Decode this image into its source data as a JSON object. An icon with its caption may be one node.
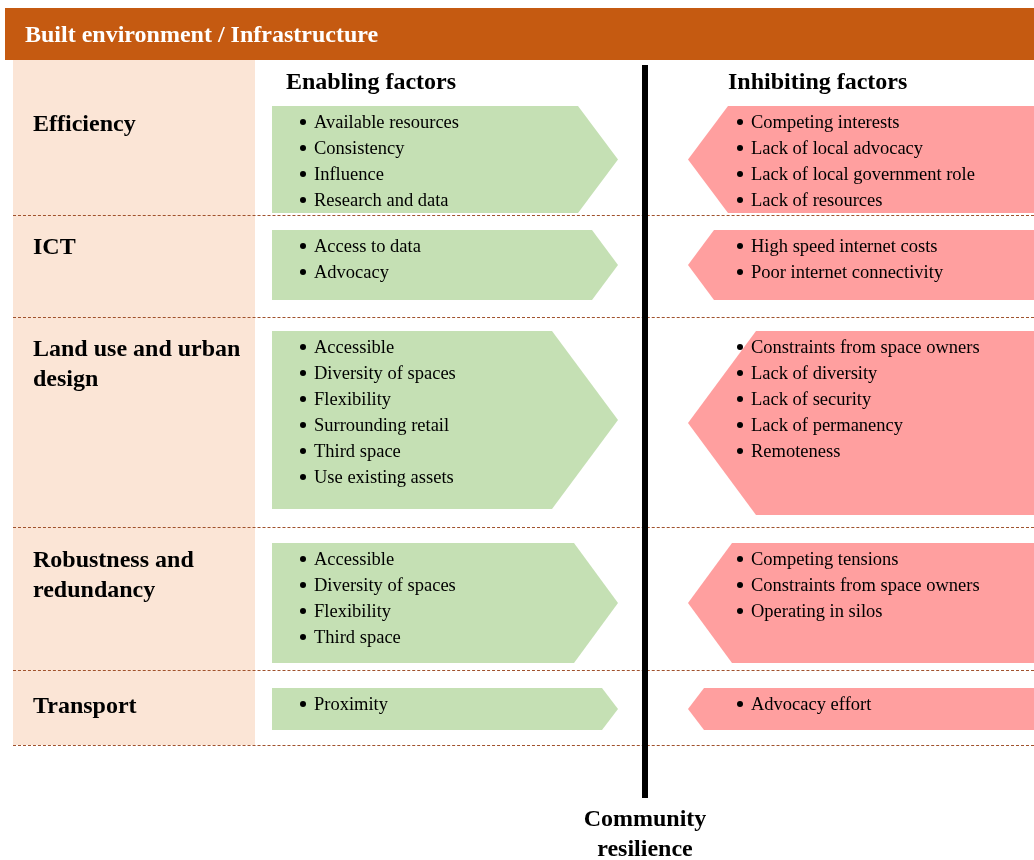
{
  "diagram": {
    "title": "Built environment / Infrastructure",
    "nodes": [
      {
        "text": [
          "Available resources",
          "Consistency",
          "Influence",
          "Research and data"
        ]
      },
      {
        "text": [
          "Competing interests",
          "Lack of local advocacy",
          "Lack of local government role",
          "Lack of resources"
        ]
      },
      {
        "text": [
          "Access to data",
          "Advocacy"
        ]
      },
      {
        "text": [
          "High speed internet costs",
          "Poor internet connectivity"
        ]
      },
      {
        "text": [
          "Accessible",
          "Diversity of spaces",
          "Flexibility",
          "Surrounding retail",
          "Third space",
          "Use existing assets"
        ]
      },
      {
        "text": [
          "Constraints from space owners",
          "Lack of diversity",
          "Lack of security",
          "Lack of permanency",
          "Remoteness"
        ]
      },
      {
        "text": [
          "Accessible",
          "Diversity of spaces",
          "Flexibility",
          "Third space"
        ]
      },
      {
        "text": [
          "Competing tensions",
          "Constraints from space owners",
          "Operating in silos"
        ]
      },
      {
        "text": [
          "Proximity"
        ]
      },
      {
        "text": [
          "Advocacy effort"
        ]
      }
    ],
    "labels": [
      "Enabling factors",
      "Inhibiting factors",
      "Efficiency",
      "ICT",
      "Land use and urban design",
      "Robustness and redundancy",
      "Transport",
      "Community resilience"
    ]
  }
}
